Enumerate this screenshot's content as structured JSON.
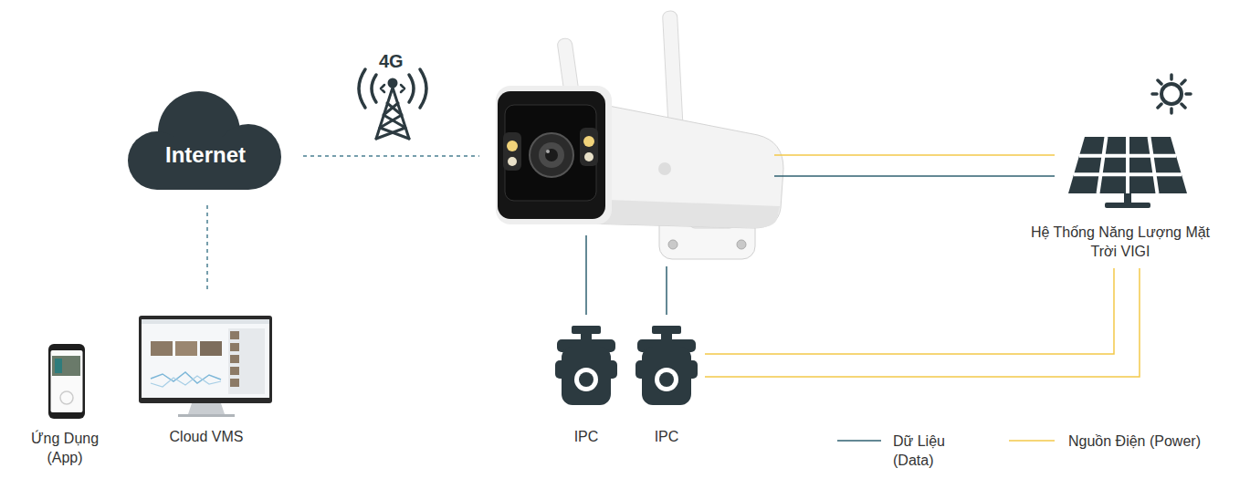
{
  "diagram": {
    "nodes": [
      {
        "text": [
          "Internet"
        ]
      },
      {
        "text": [
          "Ứng Dụng (App)"
        ]
      },
      {
        "text": [
          "Cloud VMS"
        ]
      },
      {
        "text": [
          "IPC"
        ]
      },
      {
        "text": [
          "IPC"
        ]
      },
      {
        "text": [
          "Hệ Thống Năng Lượng Mặt Trời VIGI"
        ]
      }
    ],
    "edges": [
      {
        "from": 0,
        "to": 2,
        "arrow": "none"
      },
      {
        "from": 5,
        "to": 4,
        "arrow": "none"
      },
      {
        "from": 5,
        "to": 4,
        "arrow": "none"
      }
    ],
    "labels": [
      "4G"
    ],
    "legend": [
      {
        "text": "Dữ Liệu (Data)"
      },
      {
        "text": "Nguồn Điện (Power)"
      }
    ]
  }
}
